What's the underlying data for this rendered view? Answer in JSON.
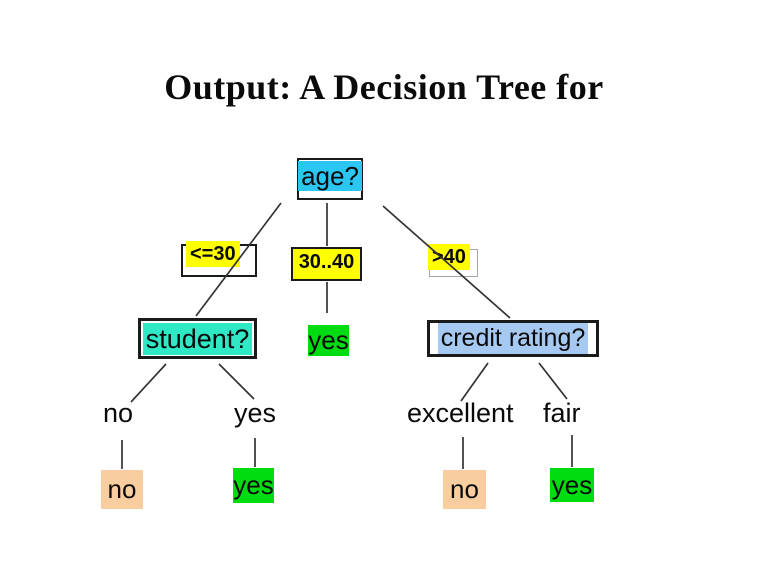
{
  "title": "Output: A Decision Tree for",
  "colors": {
    "background": "#ffffff",
    "title_text": "#0a0a0a",
    "root_highlight": "#2cc6f2",
    "branch_highlight": "#ffff00",
    "student_highlight": "#2ee8c6",
    "credit_highlight": "#a6c9f2",
    "yes_leaf": "#00dc12",
    "no_leaf": "#f8cda0",
    "edge_line": "#333333",
    "box_border": "#1a1a1a"
  },
  "tree": {
    "root": {
      "label": "age?"
    },
    "branches": [
      {
        "label": "<=30"
      },
      {
        "label": "30..40"
      },
      {
        "label": ">40"
      }
    ],
    "student_node": {
      "label": "student?"
    },
    "middle_leaf": {
      "label": "yes"
    },
    "credit_node": {
      "label": "credit rating?"
    },
    "student_edges": [
      {
        "label": "no"
      },
      {
        "label": "yes"
      }
    ],
    "credit_edges": [
      {
        "label": "excellent"
      },
      {
        "label": "fair"
      }
    ],
    "leaves": {
      "student_no": "no",
      "student_yes": "yes",
      "credit_no": "no",
      "credit_yes": "yes"
    }
  }
}
